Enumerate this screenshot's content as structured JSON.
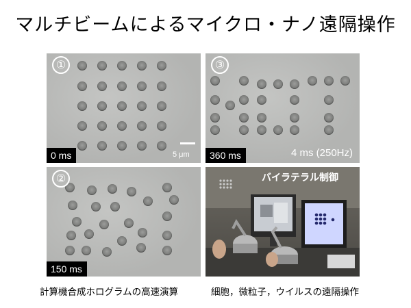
{
  "title": "マルチビームによるマイクロ・ナノ遠隔操作",
  "panels": {
    "p1": {
      "number": "①",
      "time": "0 ms",
      "scale": "5 μm"
    },
    "p2": {
      "number": "②",
      "time": "150 ms"
    },
    "p3": {
      "number": "③",
      "time": "360 ms",
      "rate": "4 ms (250Hz)"
    },
    "photo": {
      "label": "バイラテラル制御"
    }
  },
  "captions": {
    "left": "計算機合成ホログラムの高速演算",
    "right": "細胞，微粒子，ウイルスの遠隔操作"
  }
}
